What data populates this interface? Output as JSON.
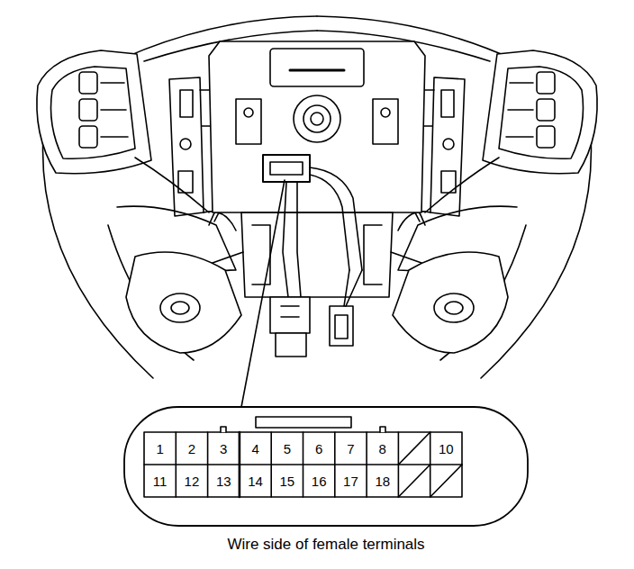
{
  "diagram": {
    "caption": "Wire side of female terminals",
    "labels": [
      "1",
      "2",
      "3",
      "4",
      "5",
      "6",
      "7",
      "8",
      "10",
      "11",
      "12",
      "13",
      "14",
      "15",
      "16",
      "17",
      "18"
    ]
  }
}
